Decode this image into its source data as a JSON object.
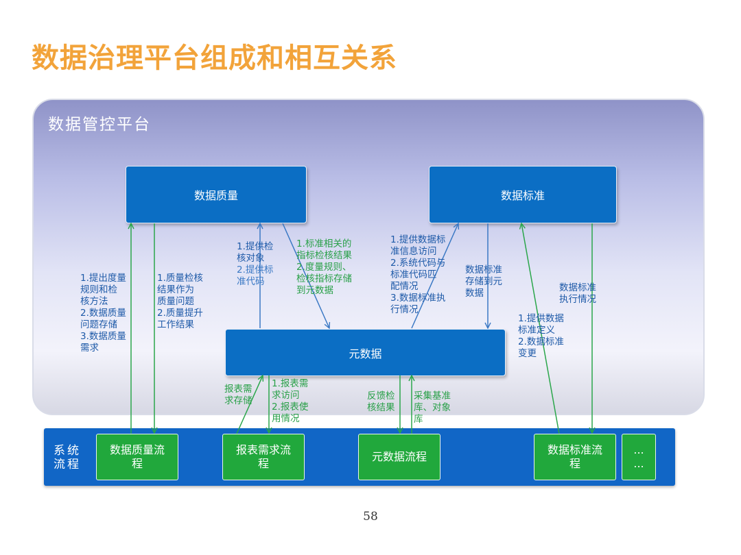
{
  "title": "数据治理平台组成和相互关系",
  "panel_title": "数据管控平台",
  "boxes": {
    "quality": "数据质量",
    "standard": "数据标准",
    "metadata": "元数据"
  },
  "bar_label": "系统\n流程",
  "processes": [
    "数据质量流\n程",
    "报表需求流\n程",
    "元数据流程",
    "数据标准流\n程",
    "...\n..."
  ],
  "labels": {
    "q_to_process": "1.提出度量\n规则和检\n核方法\n2.数据质量\n问题存储\n3.数据质量\n需求",
    "process_to_q": "1.质量检核\n结果作为\n质量问题\n2.质量提升\n工作结果",
    "meta_to_q_1": "1.提供检\n核对象",
    "meta_to_q_2": "2.提供标\n准代码",
    "q_to_meta": "1.标准相关的\n指标检核结果\n2.度量规则、\n检核指标存储\n到元数据",
    "meta_to_s": "1.提供数据标\n准信息访问\n2.系统代码与\n标准代码匹\n配情况\n3.数据标准执\n行情况",
    "s_to_meta": "数据标准\n存储到元\n数据",
    "s_exec": "数据标准\n执行情况",
    "s_define": "1.提供数据\n标准定义\n2.数据标准\n变更",
    "report_store": "报表需\n求存储",
    "report_access": "1.报表需\n求访问\n2.报表使\n用情况",
    "feedback": "反馈检\n核结果",
    "collect": "采集基准\n库、对象\n库"
  },
  "page_number": "58"
}
